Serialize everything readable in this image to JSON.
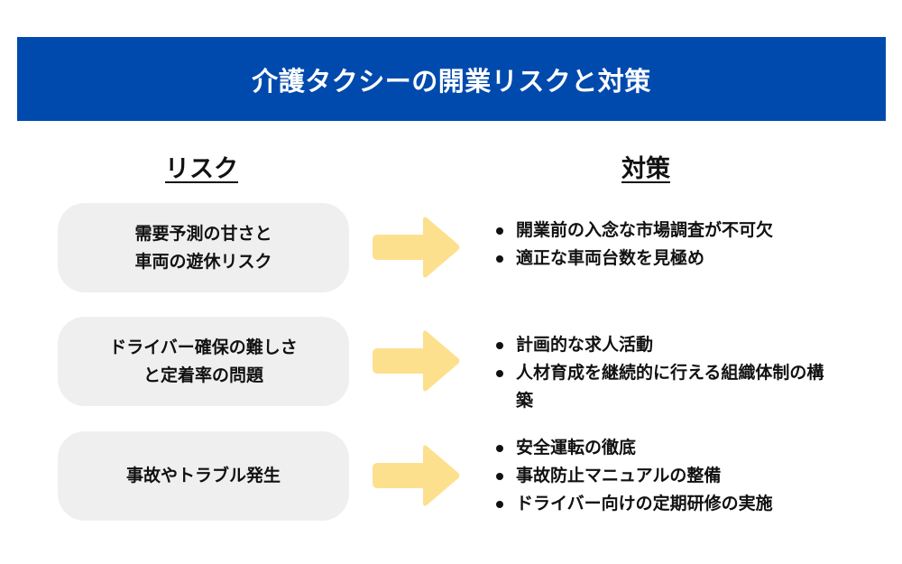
{
  "title": "介護タクシーの開業リスクと対策",
  "colors": {
    "banner": "#004aad",
    "box": "#efefef",
    "arrow": "#fde08d"
  },
  "headers": {
    "risk": "リスク",
    "measures": "対策"
  },
  "rows": [
    {
      "risk": [
        "需要予測の甘さと",
        "車両の遊休リスク"
      ],
      "measures": [
        "開業前の入念な市場調査が不可欠",
        "適正な車両台数を見極め"
      ]
    },
    {
      "risk": [
        "ドライバー確保の難しさ",
        "と定着率の問題"
      ],
      "measures": [
        "計画的な求人活動",
        "人材育成を継続的に行える組織体制の構築"
      ]
    },
    {
      "risk": [
        "事故やトラブル発生"
      ],
      "measures": [
        "安全運転の徹底",
        "事故防止マニュアルの整備",
        "ドライバー向けの定期研修の実施"
      ]
    }
  ]
}
